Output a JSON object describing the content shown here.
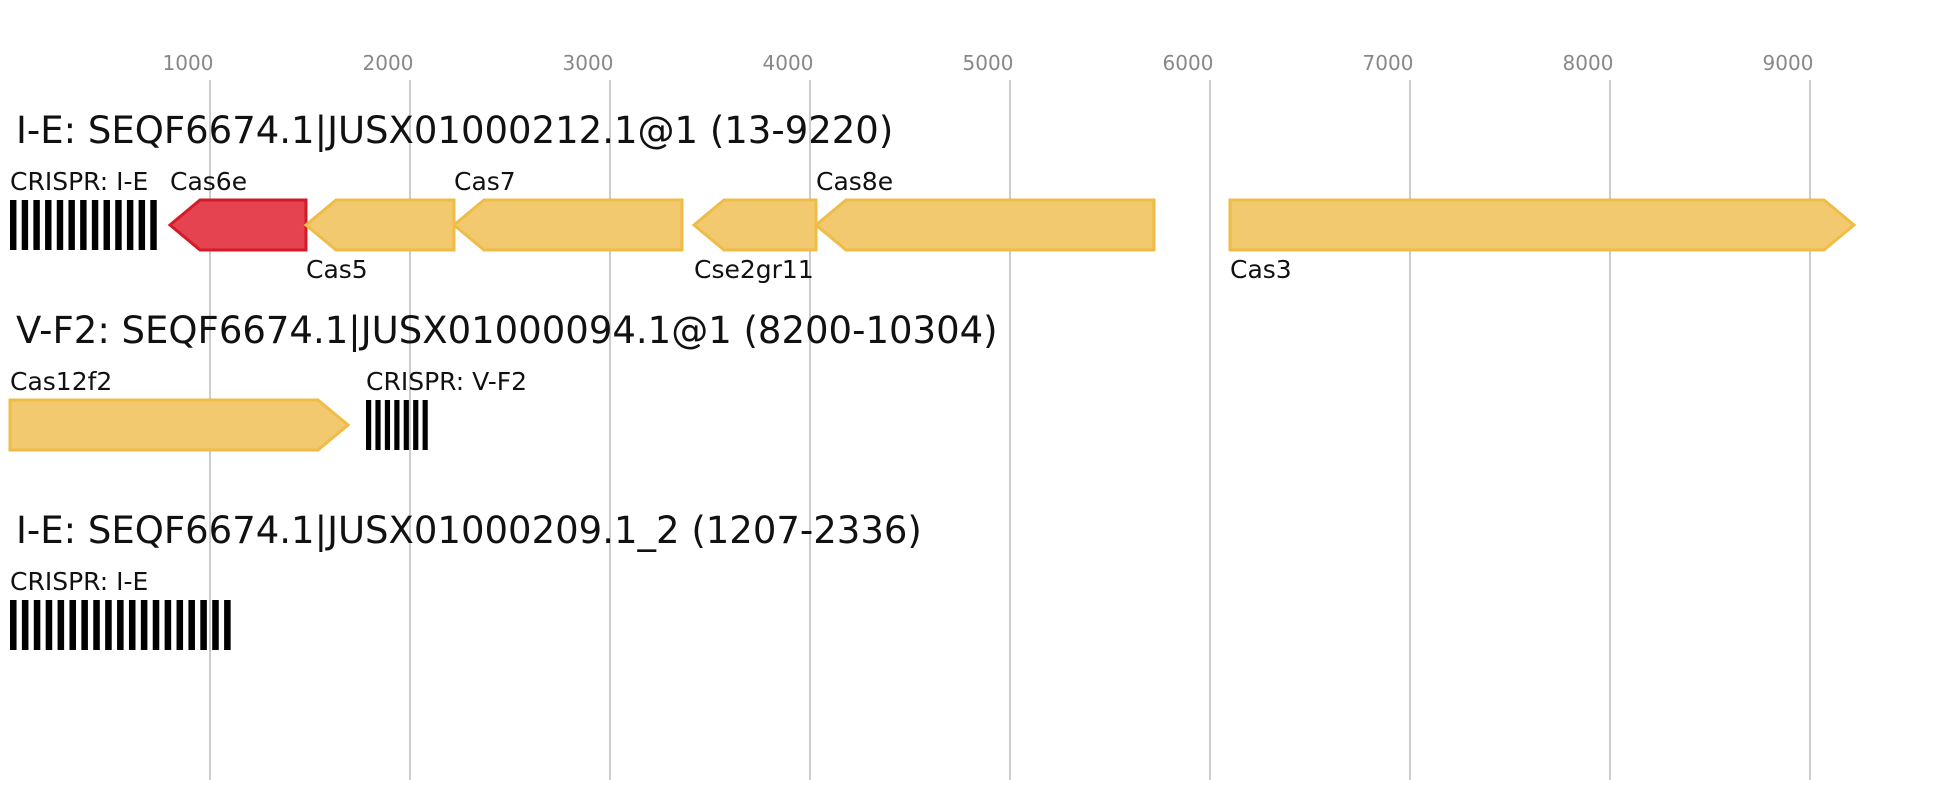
{
  "axis": {
    "ticks": [
      {
        "value": 1000,
        "label": "1000"
      },
      {
        "value": 2000,
        "label": "2000"
      },
      {
        "value": 3000,
        "label": "3000"
      },
      {
        "value": 4000,
        "label": "4000"
      },
      {
        "value": 5000,
        "label": "5000"
      },
      {
        "value": 6000,
        "label": "6000"
      },
      {
        "value": 7000,
        "label": "7000"
      },
      {
        "value": 8000,
        "label": "8000"
      },
      {
        "value": 9000,
        "label": "9000"
      }
    ]
  },
  "colors": {
    "gene_fill": "#f2c96e",
    "gene_stroke": "#eebc47",
    "highlight_fill": "#e5434f",
    "highlight_stroke": "#d31b2a",
    "crispr": "#000000",
    "grid": "#bbbbbb"
  },
  "loci": [
    {
      "title": "I-E: SEQF6674.1|JUSX01000212.1@1 (13-9220)",
      "features": [
        {
          "type": "crispr",
          "label": "CRISPR: I-E",
          "start": 0,
          "end": 760,
          "repeats": 13
        },
        {
          "type": "gene",
          "label": "Cas6e",
          "start": 800,
          "end": 1480,
          "strand": "-",
          "highlight": true,
          "label_pos": "above"
        },
        {
          "type": "gene",
          "label": "Cas5",
          "start": 1480,
          "end": 2220,
          "strand": "-",
          "highlight": false,
          "label_pos": "below"
        },
        {
          "type": "gene",
          "label": "Cas7",
          "start": 2220,
          "end": 3360,
          "strand": "-",
          "highlight": false,
          "label_pos": "above"
        },
        {
          "type": "gene",
          "label": "Cse2gr11",
          "start": 3420,
          "end": 4030,
          "strand": "-",
          "highlight": false,
          "label_pos": "below"
        },
        {
          "type": "gene",
          "label": "Cas8e",
          "start": 4030,
          "end": 5720,
          "strand": "-",
          "highlight": false,
          "label_pos": "above"
        },
        {
          "type": "gene",
          "label": "Cas3",
          "start": 6100,
          "end": 9220,
          "strand": "+",
          "highlight": false,
          "label_pos": "below"
        }
      ]
    },
    {
      "title": "V-F2: SEQF6674.1|JUSX01000094.1@1 (8200-10304)",
      "features": [
        {
          "type": "gene",
          "label": "Cas12f2",
          "start": 0,
          "end": 1690,
          "strand": "+",
          "highlight": false,
          "label_pos": "above"
        },
        {
          "type": "crispr",
          "label": "CRISPR: V-F2",
          "start": 1780,
          "end": 2110,
          "repeats": 7
        }
      ]
    },
    {
      "title": "I-E: SEQF6674.1|JUSX01000209.1_2 (1207-2336)",
      "features": [
        {
          "type": "crispr",
          "label": "CRISPR: I-E",
          "start": 0,
          "end": 1130,
          "repeats": 19
        }
      ]
    }
  ]
}
